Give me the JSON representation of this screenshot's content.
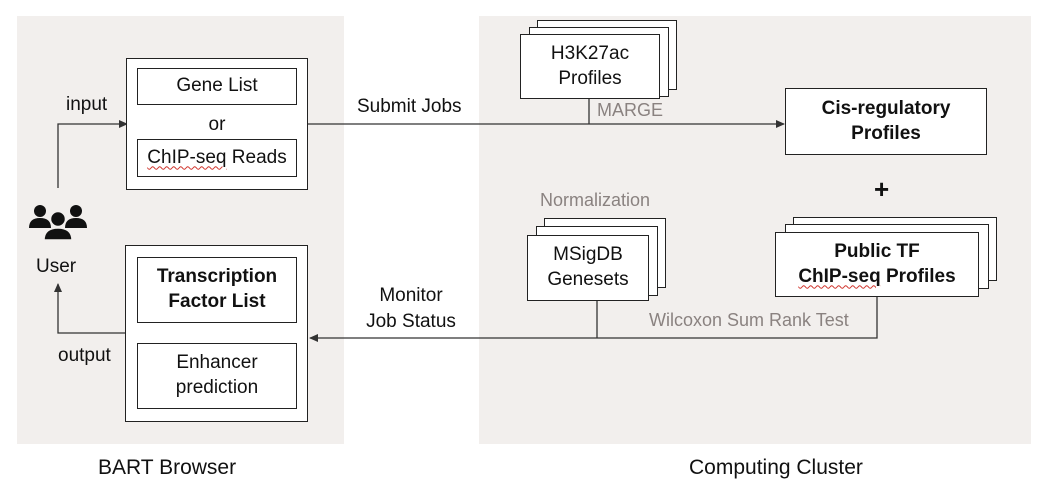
{
  "panels": {
    "browser_caption": "BART Browser",
    "cluster_caption": "Computing Cluster"
  },
  "browser": {
    "input_label": "input",
    "output_label": "output",
    "user_label": "User",
    "gene_list": "Gene List",
    "or": "or",
    "chip_prefix": "ChIP",
    "chip_seq": "-seq",
    "chip_suffix": " Reads",
    "tf_list_line1": "Transcription",
    "tf_list_line2": "Factor List",
    "enhancer_line1": "Enhancer",
    "enhancer_line2": "prediction"
  },
  "edges": {
    "submit": "Submit Jobs",
    "monitor_line1": "Monitor",
    "monitor_line2": "Job Status"
  },
  "cluster": {
    "h3k27ac_line1": "H3K27ac",
    "h3k27ac_line2": "Profiles",
    "marge": "MARGE",
    "cis_line1": "Cis-regulatory",
    "cis_line2": "Profiles",
    "plus": "+",
    "normalization": "Normalization",
    "msigdb_line1": "MSigDB",
    "msigdb_line2": "Genesets",
    "public_line1": "Public TF",
    "public_chip": "ChIP-seq",
    "public_suffix": " Profiles",
    "wilcoxon": "Wilcoxon Sum Rank Test"
  },
  "colors": {
    "panel_bg": "#f2efed",
    "grey_text": "#8a8280",
    "spell_underline": "#d0342c"
  }
}
